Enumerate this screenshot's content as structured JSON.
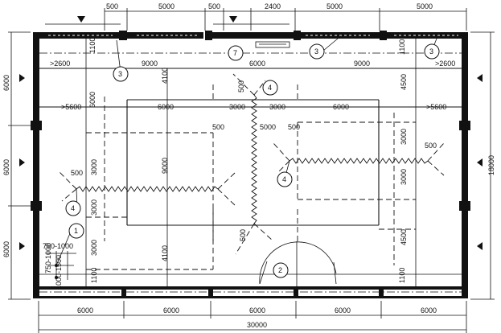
{
  "drawing": {
    "top_dims_left": [
      "500",
      "5000",
      "500"
    ],
    "top_dims_right": [
      "2400",
      "5000",
      "5000"
    ],
    "left_dims": [
      "6000",
      "6000",
      "6000"
    ],
    "right_dim_total": "18000",
    "bottom_dims": [
      "6000",
      "6000",
      "6000",
      "6000",
      "6000"
    ],
    "bottom_total": "30000",
    "row1_dims": [
      ">2600",
      "9000",
      "6000",
      "9000",
      ">2600"
    ],
    "row2_dims": [
      ">5600",
      "6000",
      "3000",
      "3000",
      "6000",
      ">5600"
    ],
    "mid_dims": [
      "500",
      "5000",
      "500"
    ],
    "vertical_left": [
      "1100",
      "6000",
      "3000",
      "3000",
      "3000",
      "1100"
    ],
    "vertical_inner_left": [
      "4100",
      "9000",
      "4100"
    ],
    "vertical_right": [
      "1100",
      "4500",
      "3000",
      "3000",
      "4500",
      "1100"
    ],
    "small_500": [
      "500",
      "500",
      "500",
      "500"
    ],
    "left_notes": [
      "750-1000",
      "1000-1500",
      "750-1000"
    ],
    "markers": [
      "1",
      "2",
      "3",
      "3",
      "3",
      "4",
      "4",
      "4",
      "7"
    ]
  }
}
